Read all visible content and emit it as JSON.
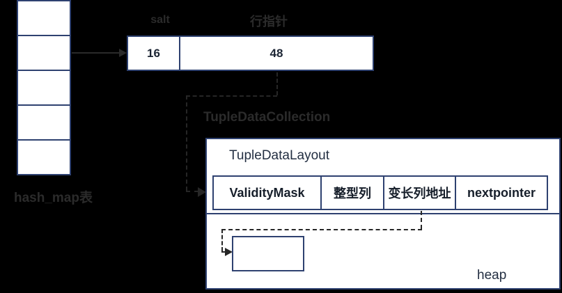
{
  "diagram": {
    "hash_table": {
      "label": "hash_map表",
      "bucket_count": 5
    },
    "entry": {
      "salt_label": "salt",
      "row_pointer_label": "行指针",
      "salt_value": "16",
      "pointer_value": "48"
    },
    "collection_label": "TupleDataCollection",
    "layout": {
      "title": "TupleDataLayout",
      "columns": [
        "ValidityMask",
        "整型列",
        "变长列地址",
        "nextpointer"
      ]
    },
    "heap": {
      "label": "heap"
    }
  },
  "colors": {
    "background": "#000000",
    "box_border": "#2e4170",
    "box_fill": "#ffffff",
    "ink": "#2b2b2b",
    "cell_text": "#1b2433"
  }
}
